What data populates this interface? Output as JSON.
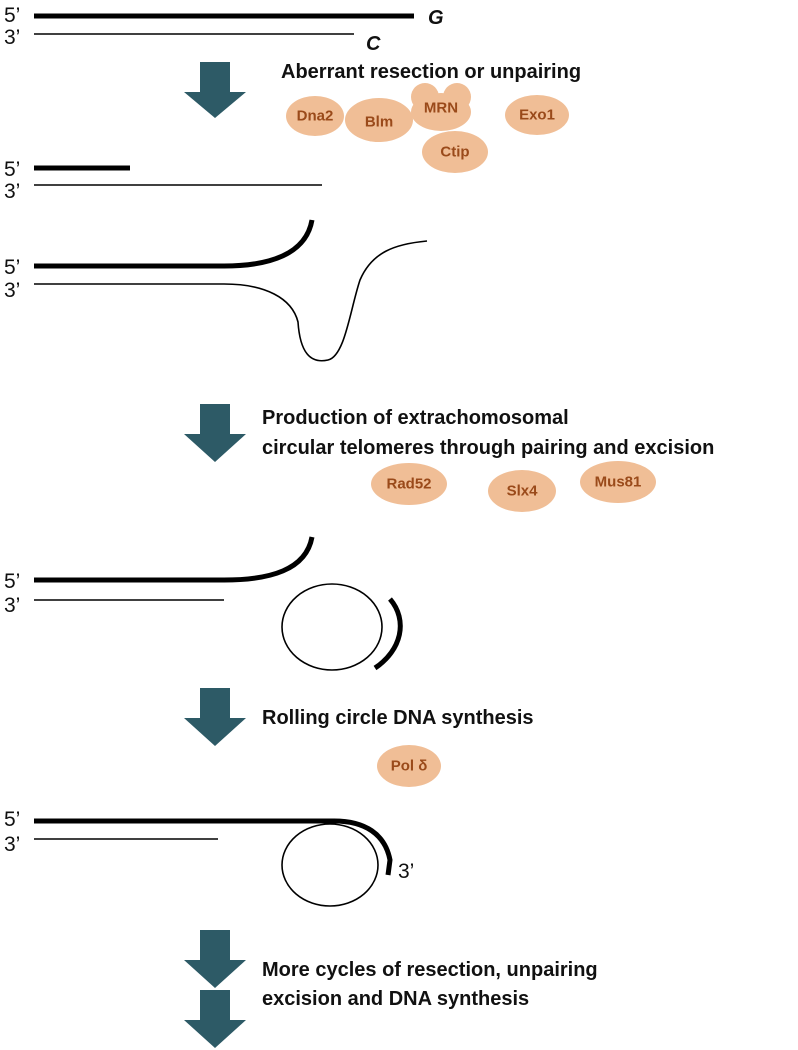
{
  "colors": {
    "arrow": "#2d5a66",
    "protein_fill": "#f0be96",
    "protein_text": "#9a4a1a",
    "strand": "#000000"
  },
  "ends": {
    "five_prime": "5’",
    "three_prime": "3’"
  },
  "strands": {
    "g_strand": "G",
    "c_strand": "C"
  },
  "steps": {
    "step1": "Aberrant resection or unpairing",
    "step2_line1": "Production of extrachomosomal",
    "step2_line2": "circular telomeres through pairing and excision",
    "step3": "Rolling circle DNA synthesis",
    "step4_line1": "More cycles of resection, unpairing",
    "step4_line2": "excision and DNA synthesis"
  },
  "proteins": {
    "dna2": "Dna2",
    "blm": "Blm",
    "mrn": "MRN",
    "exo1": "Exo1",
    "ctip": "Ctip",
    "rad52": "Rad52",
    "slx4": "Slx4",
    "mus81": "Mus81",
    "pol_delta": "Pol δ"
  }
}
